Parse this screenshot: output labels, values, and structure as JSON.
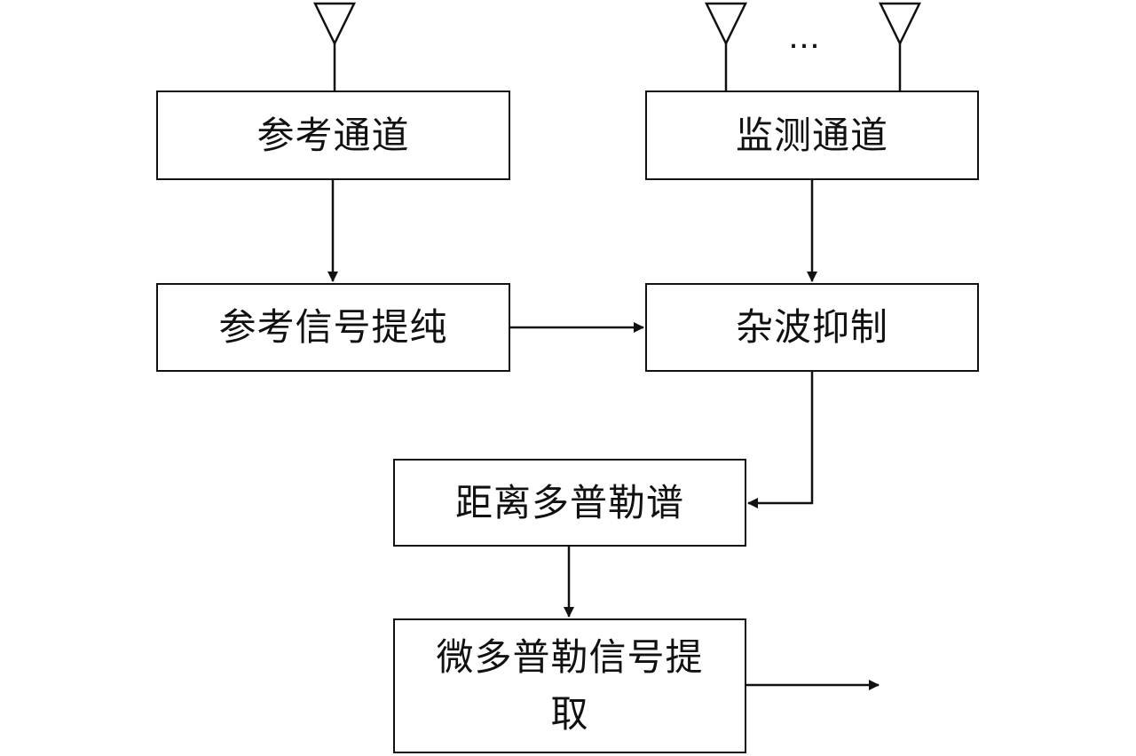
{
  "blocks": {
    "reference_channel": "参考通道",
    "monitor_channel": "监测通道",
    "reference_purification": "参考信号提纯",
    "clutter_suppression": "杂波抑制",
    "range_doppler": "距离多普勒谱",
    "micro_doppler_extraction": "微多普勒信号提取"
  },
  "ellipsis": "…",
  "icons": {
    "antenna": "antenna-icon"
  },
  "colors": {
    "line": "#111111",
    "background": "#ffffff"
  }
}
